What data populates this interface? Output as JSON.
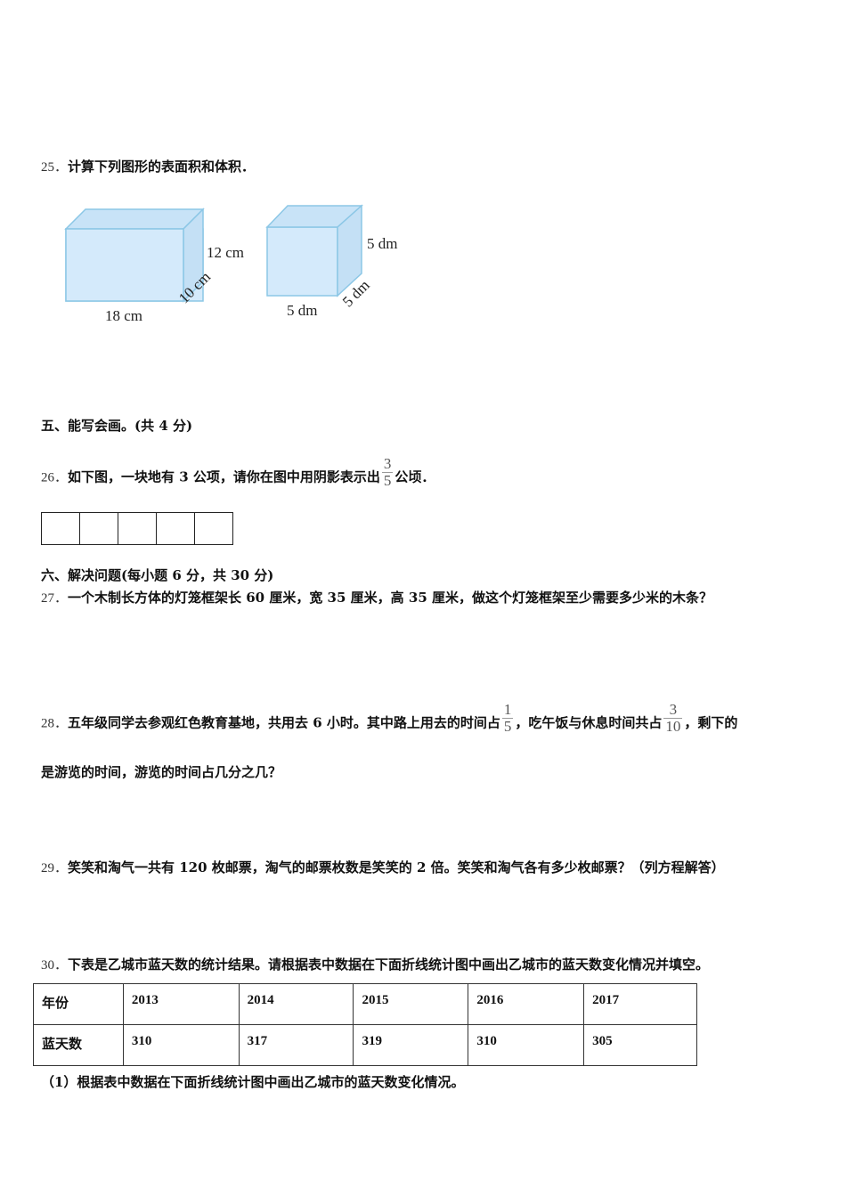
{
  "q25": {
    "num": "25．",
    "text": "计算下列图形的表面积和体积．",
    "figures": {
      "cuboid": {
        "length": "18 cm",
        "width": "10 cm",
        "height": "12 cm",
        "fill": "#d4eafb",
        "stroke": "#8cc7e6"
      },
      "cube": {
        "length": "5 dm",
        "width": "5 dm",
        "height": "5 dm",
        "fill": "#d4eafb",
        "stroke": "#8cc7e6"
      }
    }
  },
  "section5": {
    "title": "五、能写会画。(共 4 分)"
  },
  "q26": {
    "num": "26．",
    "text_before": "如下图，一块地有 3 公项，请你在图中用阴影表示出",
    "fraction": {
      "numerator": "3",
      "denominator": "5"
    },
    "text_after": "公顷．",
    "grid_cells": 5
  },
  "section6": {
    "title": "六、解决问题(每小题 6 分，共 30 分)"
  },
  "q27": {
    "num": "27．",
    "text": "一个木制长方体的灯笼框架长 60 厘米，宽 35 厘米，高 35 厘米，做这个灯笼框架至少需要多少米的木条？"
  },
  "q28": {
    "num": "28．",
    "text_part1": "五年级同学去参观红色教育基地，共用去 6 小时。其中路上用去的时间占",
    "fraction1": {
      "numerator": "1",
      "denominator": "5"
    },
    "text_part2": "，吃午饭与休息时间共占",
    "fraction2": {
      "numerator": "3",
      "denominator": "10"
    },
    "text_part3": "，剩下的",
    "text_line2": "是游览的时间，游览的时间占几分之几？"
  },
  "q29": {
    "num": "29．",
    "text": "笑笑和淘气一共有 120 枚邮票，淘气的邮票枚数是笑笑的 2 倍。笑笑和淘气各有多少枚邮票？（列方程解答）"
  },
  "q30": {
    "num": "30．",
    "text": "下表是乙城市蓝天数的统计结果。请根据表中数据在下面折线统计图中画出乙城市的蓝天数变化情况并填空。",
    "table": {
      "row_headers": [
        "年份",
        "蓝天数"
      ],
      "years": [
        "2013",
        "2014",
        "2015",
        "2016",
        "2017"
      ],
      "values": [
        "310",
        "317",
        "319",
        "310",
        "305"
      ]
    },
    "sub1": "（1）根据表中数据在下面折线统计图中画出乙城市的蓝天数变化情况。"
  }
}
